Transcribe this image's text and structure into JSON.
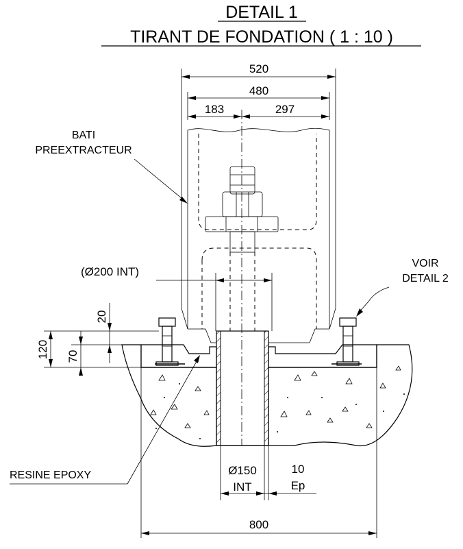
{
  "title": {
    "line1": "DETAIL 1",
    "line2": "TIRANT DE FONDATION ( 1 : 10 )"
  },
  "dimensions": {
    "overall_width": "520",
    "inner_width": "480",
    "left_offset": "183",
    "right_offset": "297",
    "hole_diameter": "(Ø200 INT)",
    "height_20": "20",
    "height_120": "120",
    "height_70": "70",
    "tube_diameter": "Ø150",
    "tube_int": "INT",
    "thickness_value": "10",
    "thickness_unit": "Ep",
    "base_width": "800"
  },
  "labels": {
    "frame_line1": "BATI",
    "frame_line2": "PREEXTRACTEUR",
    "ref_line1": "VOIR",
    "ref_line2": "DETAIL 2",
    "resin": "RESINE EPOXY"
  }
}
